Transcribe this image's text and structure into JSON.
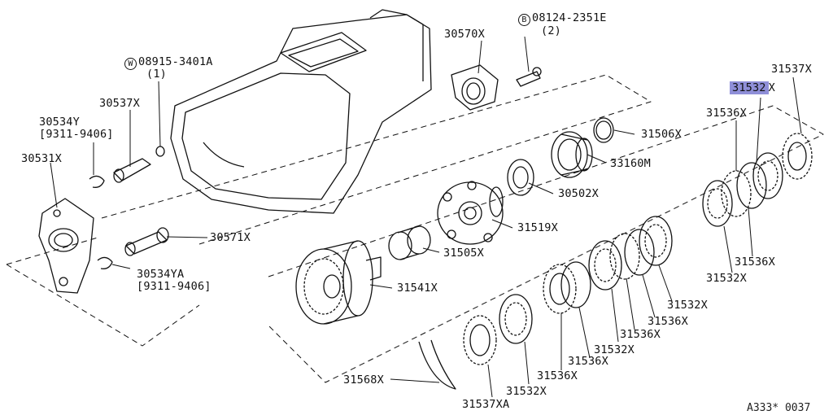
{
  "labels": {
    "p30570x": "30570X",
    "b_part": "08124-2351E",
    "b_qty": "(2)",
    "b_sym": "B",
    "w_part": "08915-3401A",
    "w_qty": "(1)",
    "w_sym": "W",
    "p31537x_top": "31537X",
    "p31532_hl": "31532",
    "p31532_hl_suffix": "X",
    "p31536x_top": "31536X",
    "p31506x": "31506X",
    "p33160m": "33160M",
    "p30502x": "30502X",
    "p31519x": "31519X",
    "p31505x": "31505X",
    "p31541x": "31541X",
    "p30534y": "30534Y",
    "p30534y_range": "[9311-9406]",
    "p30537x": "30537X",
    "p30531x": "30531X",
    "p30571x": "30571X",
    "p30534ya": "30534YA",
    "p30534ya_range": "[9311-9406]",
    "p31536x_r": "31536X",
    "p31532x_r": "31532X",
    "p31532x_m": "31532X",
    "p31536x_m1": "31536X",
    "p31536x_m2": "31536X",
    "p31532x_m2": "31532X",
    "p31536x_m3": "31536X",
    "p31536x_m4": "31536X",
    "p31532x_b": "31532X",
    "p31568x": "31568X",
    "p31537xa": "31537XA",
    "diagram_ref": "A333* 0037"
  },
  "colors": {
    "highlight": "#8f8fd8",
    "line": "#111111"
  }
}
